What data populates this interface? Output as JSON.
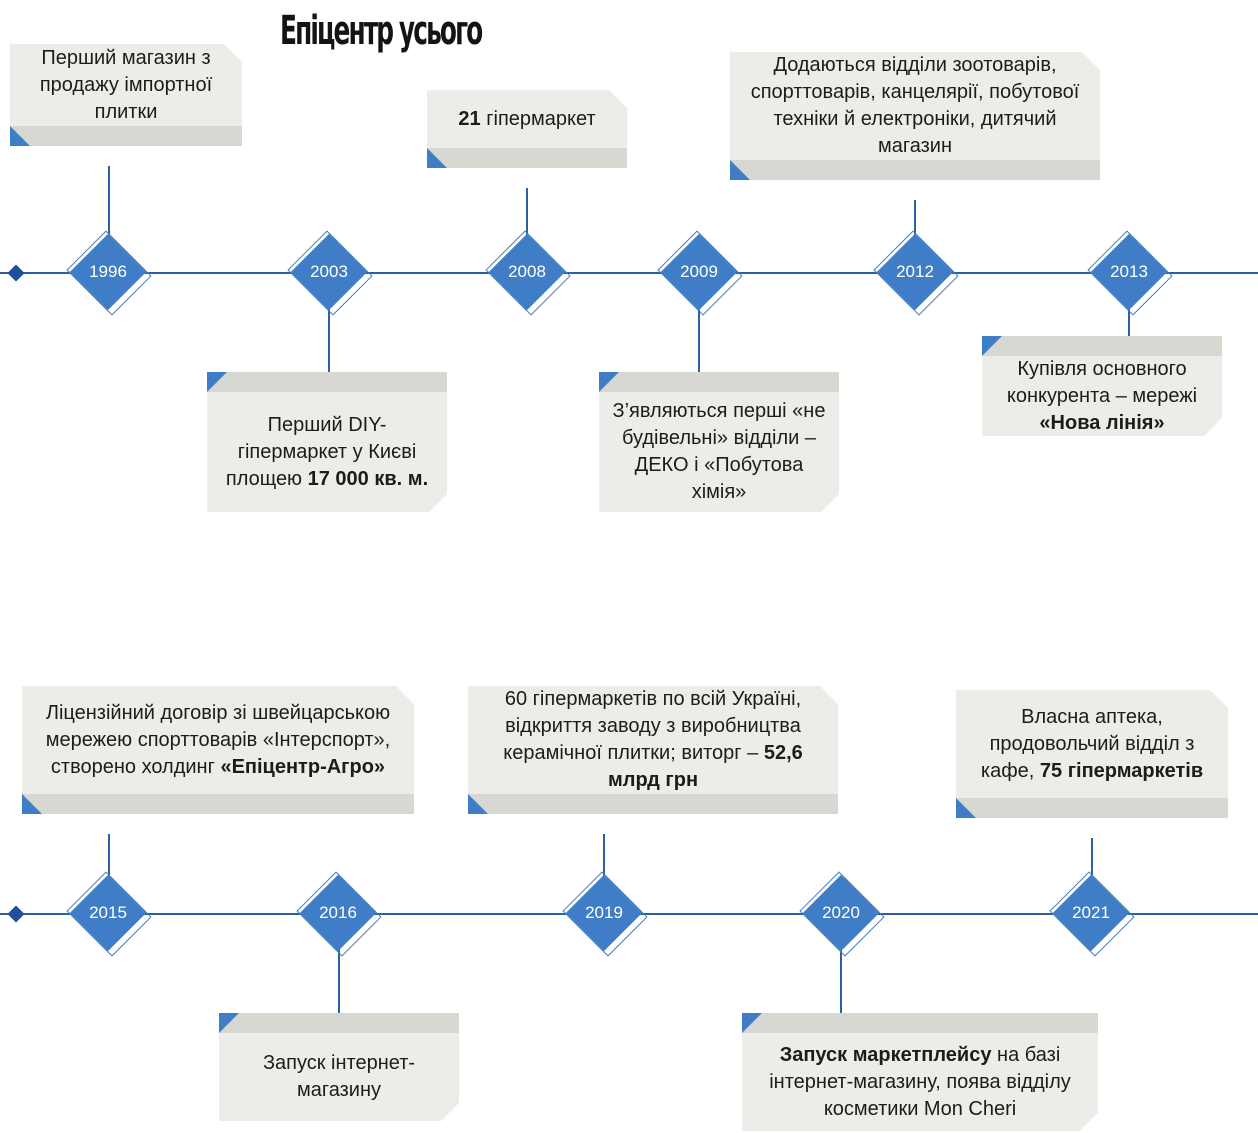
{
  "title": "Епіцентр усього",
  "row1": {
    "years": [
      "1996",
      "2003",
      "2008",
      "2009",
      "2012",
      "2013"
    ],
    "e1996": "Перший магазин з продажу імпортної плитки",
    "e2003_pre": "Перший DIY-гіпермаркет у Києві площею",
    "e2003_bold": "17 000 кв. м.",
    "e2008_bold": "21",
    "e2008_rest": "гіпермаркет",
    "e2009": "З’являються перші «не будівельні» відділи – ДЕКО і «Побутова хімія»",
    "e2012": "Додаються відділи зоотоварів, спорттоварів, канцелярії, побутової техніки й електроніки, дитячий магазин",
    "e2013_pre": "Купівля основного конкурента – мережі",
    "e2013_bold": "«Нова лінія»"
  },
  "row2": {
    "years": [
      "2015",
      "2016",
      "2019",
      "2020",
      "2021"
    ],
    "e2015_pre": "Ліцензійний договір зі швейцарською мережею спорттоварів «Інтерспорт», створено холдинг",
    "e2015_bold": "«Епіцентр-Агро»",
    "e2016": "Запуск інтернет-магазину",
    "e2019_pre": "60 гіпермаркетів по всій Україні, відкриття заводу з виробництва керамічної плитки; виторг –",
    "e2019_bold": "52,6 млрд грн",
    "e2020_bold": "Запуск маркетплейсу",
    "e2020_rest": "на базі інтернет-магазину, поява відділу косметики Mon Cheri",
    "e2021_pre": "Власна аптека, продовольчий відділ з кафе,",
    "e2021_bold": "75 гіпермаркетів"
  },
  "colors": {
    "accent": "#3f7ec6",
    "line": "#2e5fa3",
    "box": "#ecece8"
  }
}
